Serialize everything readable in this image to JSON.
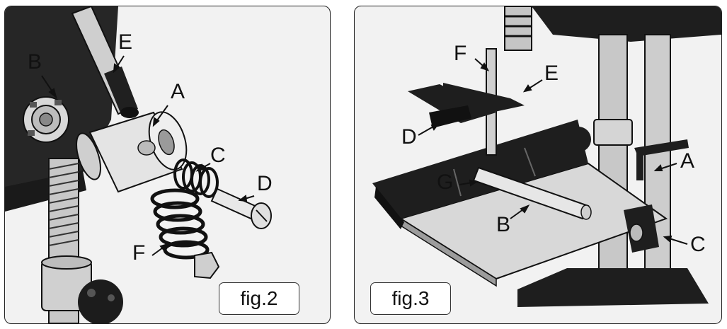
{
  "figures": [
    {
      "caption": "fig.2",
      "labels": {
        "A": "A",
        "B": "B",
        "C": "C",
        "D": "D",
        "E": "E",
        "F": "F"
      }
    },
    {
      "caption": "fig.3",
      "labels": {
        "A": "A",
        "B": "B",
        "C": "C",
        "D": "D",
        "E": "E",
        "F": "F",
        "G": "G"
      }
    }
  ],
  "colors": {
    "dark": "#1e1e1e",
    "metal": "#d9d9d9",
    "frame": "#222222"
  }
}
